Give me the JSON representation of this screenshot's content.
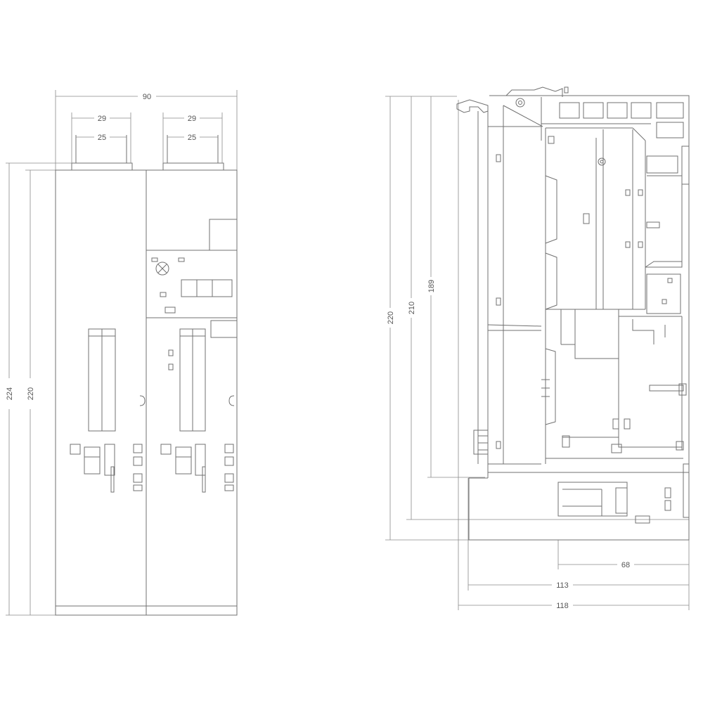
{
  "dimensions": {
    "front_width": "90",
    "slot_outer_left": "29",
    "slot_inner_left": "25",
    "slot_outer_right": "29",
    "slot_inner_right": "25",
    "front_height_total": "224",
    "front_height_body": "220",
    "side_height_a": "189",
    "side_height_b": "210",
    "side_height_c": "220",
    "side_depth_a": "68",
    "side_depth_b": "113",
    "side_depth_c": "118"
  },
  "colors": {
    "line": "#707070",
    "background": "#ffffff"
  }
}
